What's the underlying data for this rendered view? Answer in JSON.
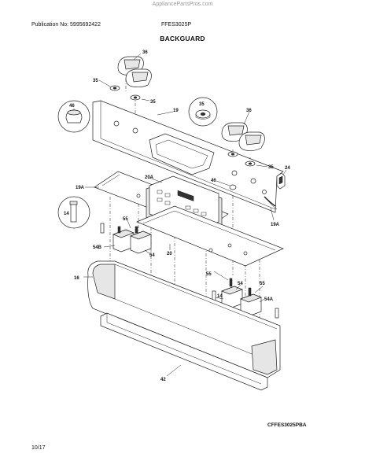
{
  "watermark": "AppliancePartsPros.com",
  "header": {
    "publication": "Publication No: 5995692422",
    "model": "FFES3025P"
  },
  "section_title": "BACKGUARD",
  "diagram_code": "CFFES3025PBA",
  "page_number": "10/17",
  "part_labels": {
    "knob_upper": "36",
    "knob_right": "36",
    "clip_left": "35",
    "clip_mid": "35",
    "clip_callout": "35",
    "clip_right": "35",
    "backguard_panel": "19",
    "button": "46",
    "button_small": "46",
    "end_cap": "24",
    "harness": "19A",
    "harness_right": "19A",
    "clock_overlay": "20A",
    "clock_board": "20",
    "pin": "14",
    "switch_left": "55",
    "switch_b": "54B",
    "switch_mid": "54",
    "switch_right_top": "55",
    "switch_right_54": "54",
    "switch_right_55": "55",
    "switch_a": "54A",
    "pin_lower": "14",
    "manifold_cover": "16",
    "trim": "42"
  }
}
